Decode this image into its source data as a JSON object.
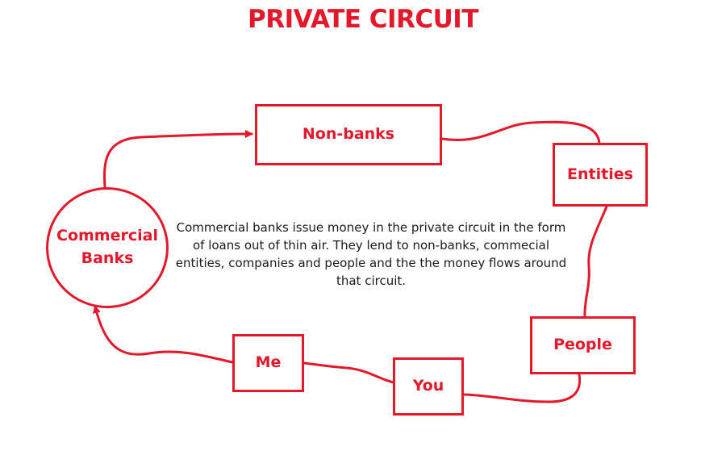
{
  "title": "PRIVATE CIRCUIT",
  "accent_color": "#e3192b",
  "description": "Commercial banks issue money in the private circuit in the form of loans out of thin air. They lend to non-banks, commecial entities, companies and people and the the money flows around that circuit.",
  "nodes": {
    "commercial_banks": "Commercial\nBanks",
    "non_banks": "Non-banks",
    "entities": "Entities",
    "people": "People",
    "you": "You",
    "me": "Me"
  }
}
